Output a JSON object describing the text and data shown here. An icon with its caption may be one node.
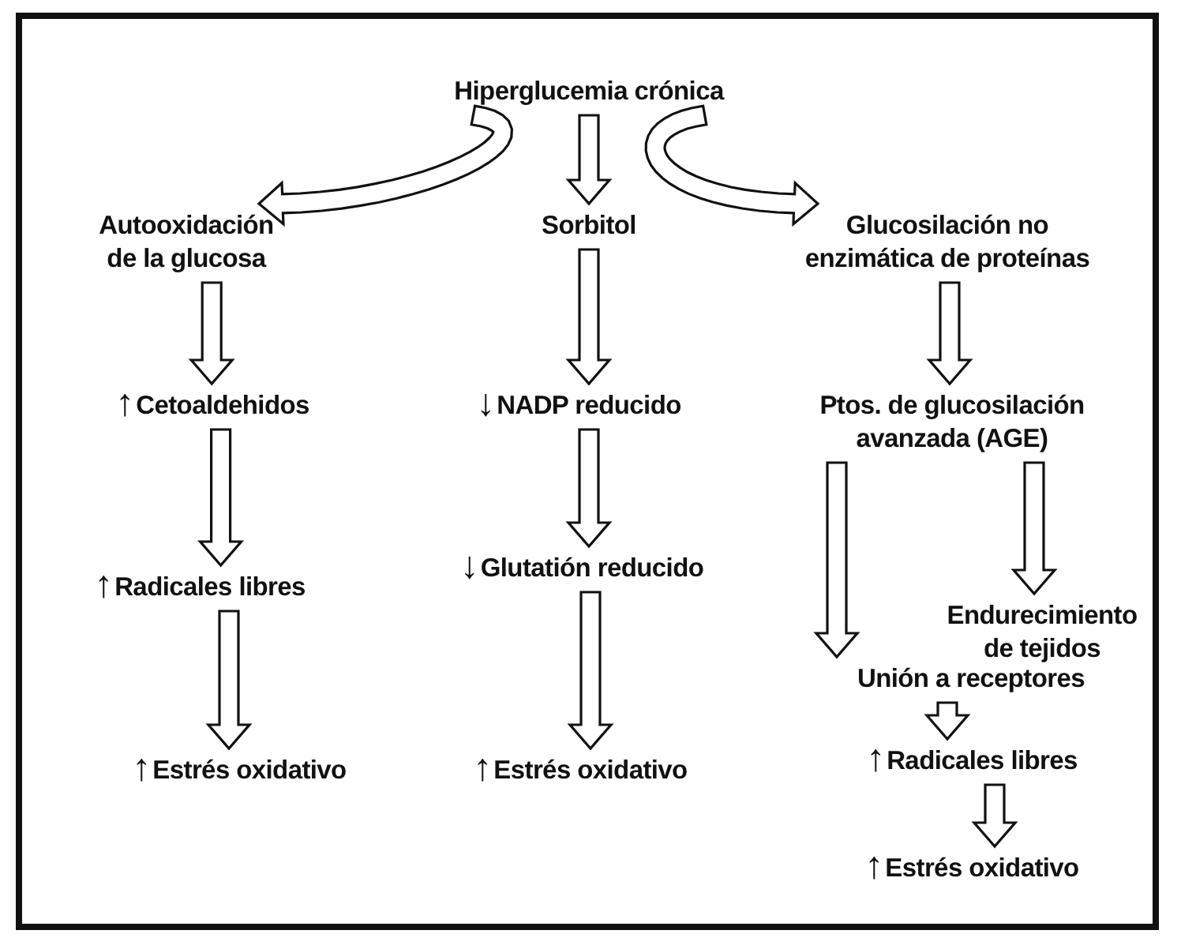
{
  "diagram": {
    "nodes": [
      {
        "text": [
          "Hiperglucemia crónica"
        ]
      },
      {
        "text": [
          "Autooxidación de la glucosa"
        ]
      },
      {
        "text": [
          "Sorbitol"
        ]
      },
      {
        "text": [
          "Glucosilación no enzimática de proteínas"
        ]
      },
      {
        "text": [
          "Cetoaldehidos"
        ],
        "beside": [
          "↑"
        ]
      },
      {
        "text": [
          "NADP reducido"
        ],
        "beside": [
          "↓"
        ]
      },
      {
        "text": [
          "Ptos. de glucosilación avanzada (AGE)"
        ]
      },
      {
        "text": [
          "Radicales libres"
        ],
        "beside": [
          "↑"
        ]
      },
      {
        "text": [
          "Glutatión reducido"
        ],
        "beside": [
          "↓"
        ]
      },
      {
        "text": [
          "Endurecimiento de tejidos"
        ]
      },
      {
        "text": [
          "Unión a receptores"
        ]
      },
      {
        "text": [
          "Estrés oxidativo"
        ],
        "beside": [
          "↑"
        ]
      },
      {
        "text": [
          "Estrés oxidativo"
        ],
        "beside": [
          "↑"
        ]
      },
      {
        "text": [
          "Radicales libres"
        ],
        "beside": [
          "↑"
        ]
      },
      {
        "text": [
          "Estrés oxidativo"
        ],
        "beside": [
          "↑"
        ]
      }
    ],
    "edges": [
      {
        "from": 0,
        "to": 1,
        "arrow": "to"
      },
      {
        "from": 0,
        "to": 2,
        "arrow": "to"
      },
      {
        "from": 0,
        "to": 3,
        "arrow": "to"
      },
      {
        "from": 1,
        "to": 4,
        "arrow": "to"
      },
      {
        "from": 4,
        "to": 7,
        "arrow": "to"
      },
      {
        "from": 7,
        "to": 11,
        "arrow": "to"
      },
      {
        "from": 2,
        "to": 5,
        "arrow": "to"
      },
      {
        "from": 5,
        "to": 8,
        "arrow": "to"
      },
      {
        "from": 8,
        "to": 12,
        "arrow": "to"
      },
      {
        "from": 3,
        "to": 6,
        "arrow": "to"
      },
      {
        "from": 6,
        "to": 10,
        "arrow": "to"
      },
      {
        "from": 6,
        "to": 9,
        "arrow": "to"
      },
      {
        "from": 10,
        "to": 13,
        "arrow": "to"
      },
      {
        "from": 13,
        "to": 14,
        "arrow": "to"
      }
    ]
  }
}
